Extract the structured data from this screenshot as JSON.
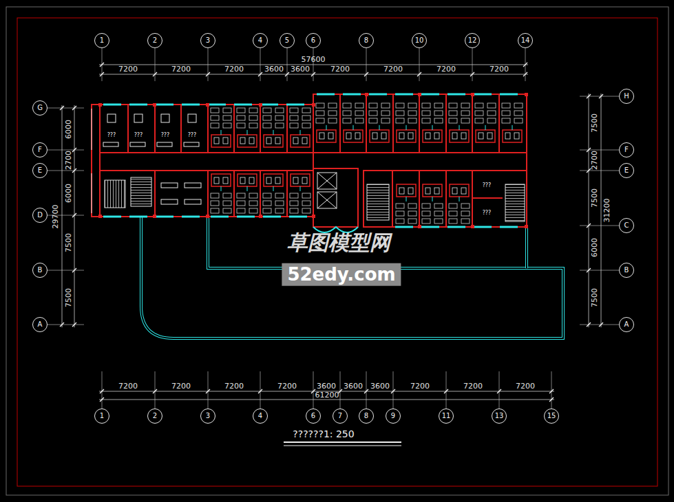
{
  "diagram": {
    "caption": "??????1: 250",
    "nodes": [
      {
        "text": [
          "1"
        ]
      },
      {
        "text": [
          "2"
        ]
      },
      {
        "text": [
          "3"
        ]
      },
      {
        "text": [
          "4"
        ]
      },
      {
        "text": [
          "5"
        ]
      },
      {
        "text": [
          "6"
        ]
      },
      {
        "text": [
          "8"
        ]
      },
      {
        "text": [
          "10"
        ]
      },
      {
        "text": [
          "12"
        ]
      },
      {
        "text": [
          "14"
        ]
      },
      {
        "text": [
          "G"
        ]
      },
      {
        "text": [
          "F"
        ]
      },
      {
        "text": [
          "E"
        ]
      },
      {
        "text": [
          "D"
        ]
      },
      {
        "text": [
          "B"
        ]
      },
      {
        "text": [
          "A"
        ]
      },
      {
        "text": [
          "H"
        ]
      },
      {
        "text": [
          "F"
        ]
      },
      {
        "text": [
          "E"
        ]
      },
      {
        "text": [
          "C"
        ]
      },
      {
        "text": [
          "B"
        ]
      },
      {
        "text": [
          "A"
        ]
      },
      {
        "text": [
          "1"
        ]
      },
      {
        "text": [
          "2"
        ]
      },
      {
        "text": [
          "3"
        ]
      },
      {
        "text": [
          "4"
        ]
      },
      {
        "text": [
          "6"
        ]
      },
      {
        "text": [
          "7"
        ]
      },
      {
        "text": [
          "8"
        ]
      },
      {
        "text": [
          "9"
        ]
      },
      {
        "text": [
          "11"
        ]
      },
      {
        "text": [
          "13"
        ]
      },
      {
        "text": [
          "15"
        ]
      }
    ],
    "labels": [
      "57600",
      "7200",
      "7200",
      "7200",
      "3600",
      "3600",
      "7200",
      "7200",
      "7200",
      "7200",
      "7200",
      "7200",
      "7200",
      "7200",
      "3600",
      "3600",
      "3600",
      "7200",
      "7200",
      "7200",
      "61200",
      "6000",
      "2700",
      "6000",
      "7500",
      "7500",
      "29700",
      "7500",
      "2700",
      "7500",
      "6000",
      "7500",
      "31200",
      "???",
      "???",
      "???",
      "???",
      "???",
      "???",
      "草图模型网",
      "52edy.com"
    ]
  }
}
